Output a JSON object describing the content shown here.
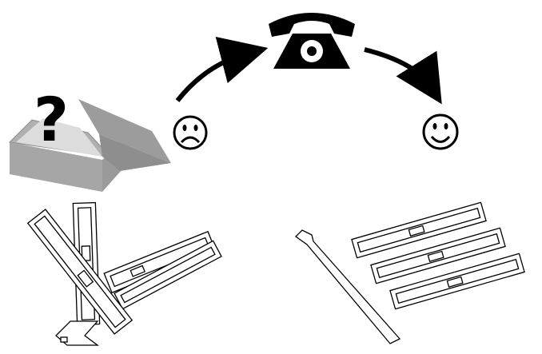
{
  "question_mark": "?",
  "faces": {
    "sad": "sad-face",
    "happy": "happy-face"
  },
  "icons": {
    "box": "open-box",
    "phone": "telephone",
    "arrow": "curved-arrow"
  },
  "colors": {
    "stroke": "#000000",
    "box_gray": "#a8a8a8",
    "box_dark": "#8e8e8e",
    "background": "#ffffff"
  }
}
